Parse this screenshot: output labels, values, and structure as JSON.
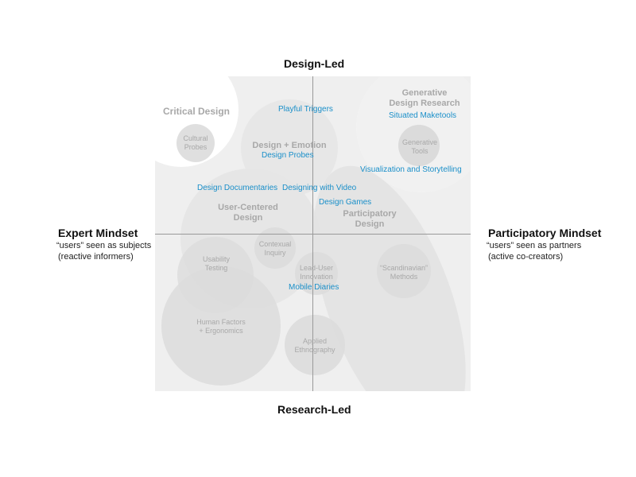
{
  "axes": {
    "top": "Design-Led",
    "bottom": "Research-Led",
    "left": {
      "title": "Expert Mindset",
      "sub1": "“users” seen as subjects",
      "sub2": "(reactive informers)"
    },
    "right": {
      "title": "Participatory Mindset",
      "sub1": "“users” seen as partners",
      "sub2": "(active co-creators)"
    }
  },
  "colors": {
    "background_square": "#efefef",
    "bubble_fill": "#dcdcdc",
    "bubble_label": "#b0b0b0",
    "method_label": "#1a8fc9",
    "axis_line": "#999999"
  },
  "bubbles": {
    "critical_design": "Critical Design",
    "cultural_probes_1": "Cultural",
    "cultural_probes_2": "Probes",
    "design_emotion": "Design + Emotion",
    "generative_1": "Generative",
    "generative_2": "Design Research",
    "generative_tools_1": "Generative",
    "generative_tools_2": "Tools",
    "user_centered_1": "User-Centered",
    "user_centered_2": "Design",
    "participatory_1": "Participatory",
    "participatory_2": "Design",
    "contextual_1": "Contexual",
    "contextual_2": "Inquiry",
    "usability_1": "Usability",
    "usability_2": "Testing",
    "lead_user_1": "Lead-User",
    "lead_user_2": "Innovation",
    "scandinavian_1": "“Scandinavian”",
    "scandinavian_2": "Methods",
    "human_factors_1": "Human Factors",
    "human_factors_2": "+ Ergonomics",
    "applied_1": "Applied",
    "applied_2": "Ethnography"
  },
  "methods": {
    "playful_triggers": "Playful Triggers",
    "situated_maketools": "Situated Maketools",
    "design_probes": "Design Probes",
    "visualization": "Visualization and Storytelling",
    "design_documentaries": "Design Documentaries",
    "designing_video": "Designing with Video",
    "design_games": "Design Games",
    "mobile_diaries": "Mobile Diaries"
  }
}
